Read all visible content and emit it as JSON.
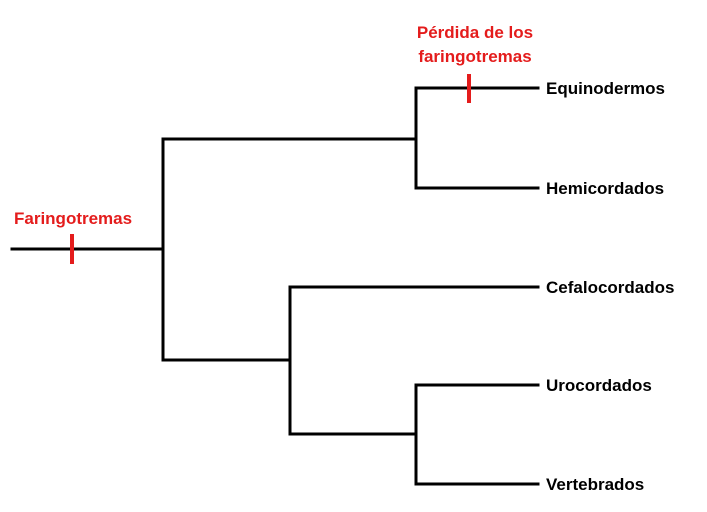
{
  "colors": {
    "branch": "#000000",
    "trait": "#e41c1c",
    "taxon_text": "#000000"
  },
  "traits": {
    "faringotremas": "Faringotremas",
    "perdida_line1": "Pérdida de los",
    "perdida_line2": "faringotremas"
  },
  "taxa": {
    "equinodermos": "Equinodermos",
    "hemicordados": "Hemicordados",
    "cefalocordados": "Cefalocordados",
    "urocordados": "Urocordados",
    "vertebrados": "Vertebrados"
  }
}
